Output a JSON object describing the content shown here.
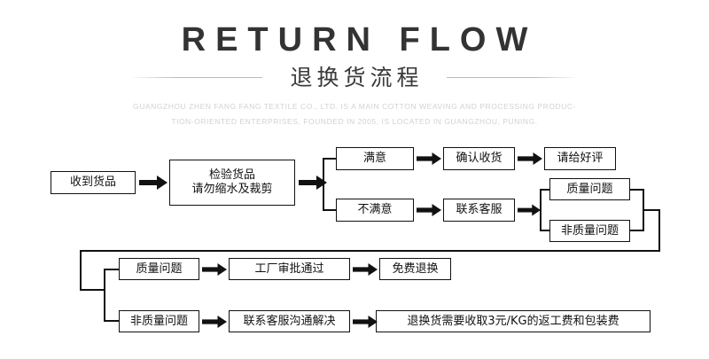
{
  "header": {
    "title": "RETURN FLOW",
    "title_cn": "退换货流程",
    "description_line1": "GUANGZHOU ZHEN FANG FANG TEXTILE CO., LTD. IS A MAIN COTTON WEAVING AND PROCESSING PRODUC-",
    "description_line2": "TION-ORIENTED ENTERPRISES, FOUNDED IN 2005, IS LOCATED IN GUANGZHOU, PUNING.",
    "rule_color": "#b9b9b9",
    "title_color": "#333333",
    "description_color": "#d2d2d2"
  },
  "flow": {
    "nodes": {
      "receive_goods": "收到货品",
      "inspect_goods": "检验货品\n请勿缩水及裁剪",
      "satisfied": "满意",
      "confirm_receipt": "确认收货",
      "leave_review": "请给好评",
      "not_satisfied": "不满意",
      "contact_service": "联系客服",
      "quality_issue_top": "质量问题",
      "non_quality_issue_top": "非质量问题",
      "quality_issue_bottom": "质量问题",
      "factory_approved": "工厂审批通过",
      "free_exchange": "免费退换",
      "non_quality_issue_bottom": "非质量问题",
      "contact_service_resolve": "联系客服沟通解决",
      "return_fee": "退换货需要收取3元/KG的返工费和包装费"
    },
    "stroke_color": "#111111"
  }
}
